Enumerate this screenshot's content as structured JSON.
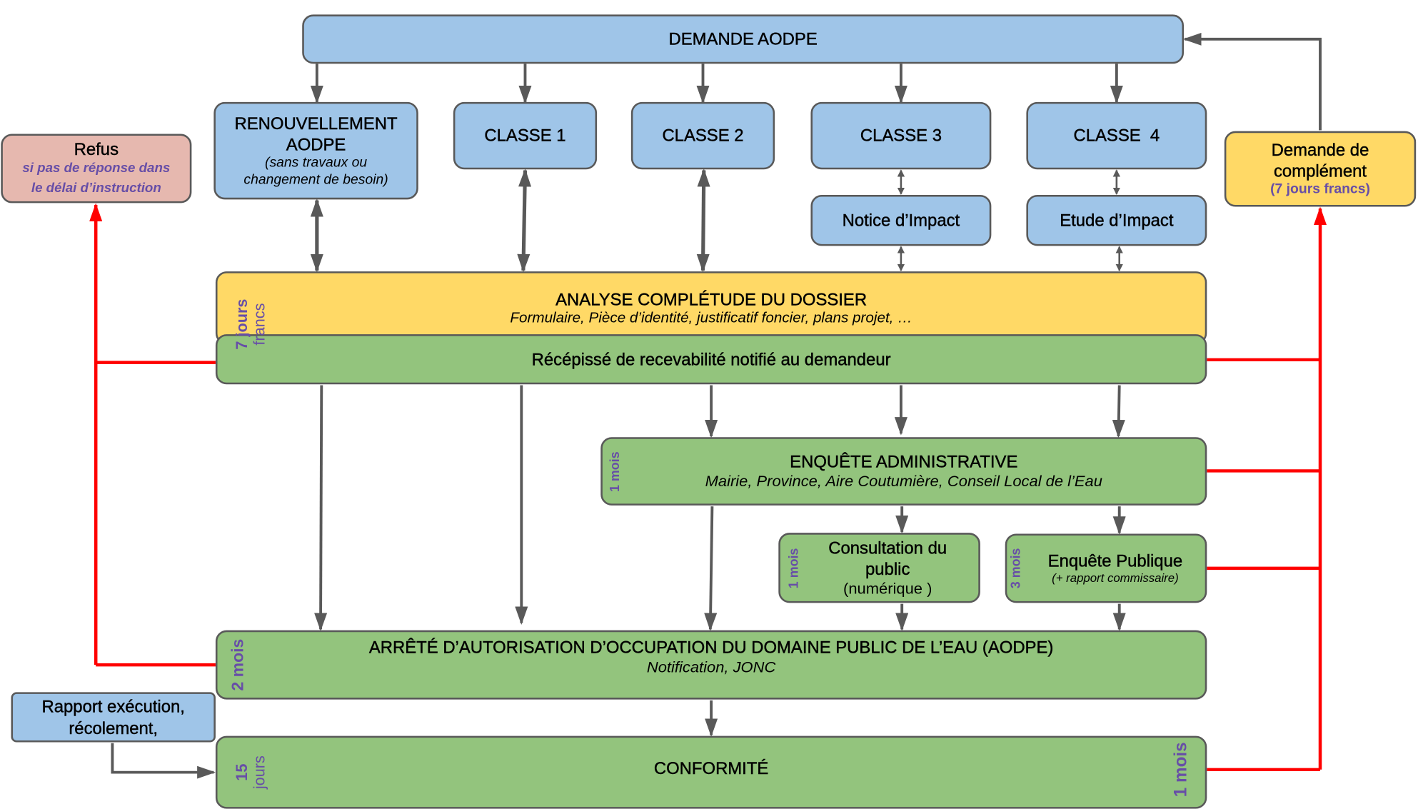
{
  "colors": {
    "blue": "#9fc5e8",
    "yellow": "#ffd966",
    "green": "#93c47d",
    "pink": "#e6b8af",
    "arrow": "#595959",
    "refusal_line": "#ff0000",
    "duration_text": "#674ea7"
  },
  "demande": {
    "title": "DEMANDE AODPE"
  },
  "renouvellement": {
    "title1": "RENOUVELLEMENT",
    "title2": "AODPE",
    "note1": "(sans travaux ou",
    "note2": "changement de besoin)"
  },
  "classes": [
    {
      "title": "CLASSE 1"
    },
    {
      "title": "CLASSE 2"
    },
    {
      "title": "CLASSE 3"
    },
    {
      "title": "CLASSE  4"
    }
  ],
  "notice": {
    "title": "Notice d’Impact"
  },
  "etude": {
    "title": "Etude d’Impact"
  },
  "refus": {
    "title": "Refus",
    "note1": "si pas de réponse dans",
    "note2": "le délai d’instruction"
  },
  "complement": {
    "title1": "Demande de",
    "title2": "complément",
    "note": "(7 jours francs)"
  },
  "analyse": {
    "title": "ANALYSE COMPLÉTUDE DU DOSSIER",
    "subtitle": "Formulaire, Pièce d’identité, justificatif foncier, plans projet, …",
    "duration1": "7 jours",
    "duration2": "francs"
  },
  "recepisse": {
    "title": "Récépissé de recevabilité notifié au demandeur"
  },
  "enquete_admin": {
    "title": "ENQUÊTE ADMINISTRATIVE",
    "subtitle": "Mairie, Province, Aire Coutumière,  Conseil Local de l’Eau",
    "duration": "1 mois"
  },
  "consultation": {
    "title1": "Consultation du",
    "title2": "public",
    "note": "(numérique )",
    "duration": "1 mois"
  },
  "enquete_publique": {
    "title": "Enquête Publique",
    "note": "(+ rapport commissaire)",
    "duration": "3 mois"
  },
  "arrete": {
    "title": "ARRÊTÉ D’AUTORISATION D’OCCUPATION DU DOMAINE PUBLIC DE L’EAU (AODPE)",
    "subtitle": "Notification, JONC",
    "duration": "2 mois"
  },
  "rapport": {
    "title1": "Rapport exécution,",
    "title2": "récolement,"
  },
  "conformite": {
    "title": "CONFORMITÉ",
    "duration_left1": "15",
    "duration_left2": "jours",
    "duration_right": "1 mois"
  }
}
